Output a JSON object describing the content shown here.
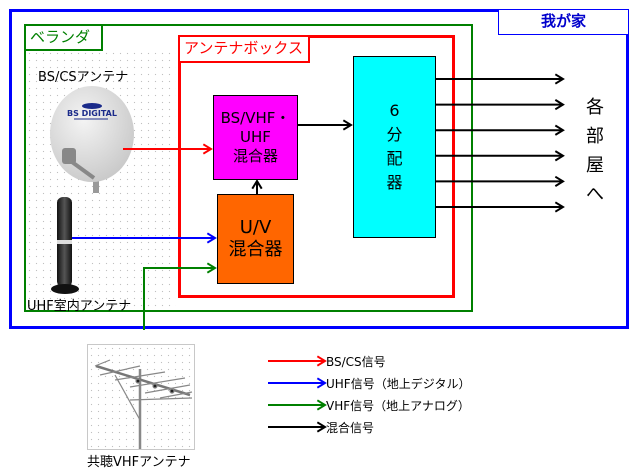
{
  "diagram": {
    "home": {
      "label": "我が家",
      "color": "#0000ff"
    },
    "veranda": {
      "label": "ベランダ",
      "color": "#008000"
    },
    "antenna_box": {
      "label": "アンテナボックス",
      "color": "#ff0000"
    },
    "antennas": {
      "bs_cs": {
        "label": "BS/CSアンテナ",
        "dish_text": "BS DIGITAL"
      },
      "uhf_indoor": {
        "label": "UHF室内アンテナ"
      },
      "vhf_shared": {
        "label": "共聴VHFアンテナ"
      }
    },
    "units": {
      "bs_mixer": {
        "lines": [
          "BS/VHF・",
          "UHF",
          "混合器"
        ],
        "color": "#ff00ff"
      },
      "uv_mixer": {
        "lines": [
          "U/V",
          "混合器"
        ],
        "color": "#ff6600"
      },
      "splitter": {
        "lines": [
          "6",
          "分",
          "配",
          "器"
        ],
        "color": "#00ffff"
      }
    },
    "outputs": {
      "count": 6,
      "label_chars": [
        "各",
        "部",
        "屋",
        "へ"
      ]
    }
  },
  "legend": [
    {
      "label": "BS/CS信号",
      "color": "#ff0000"
    },
    {
      "label": "UHF信号（地上デジタル）",
      "color": "#0000ff"
    },
    {
      "label": "VHF信号（地上アナログ）",
      "color": "#008000"
    },
    {
      "label": "混合信号",
      "color": "#000000"
    }
  ]
}
